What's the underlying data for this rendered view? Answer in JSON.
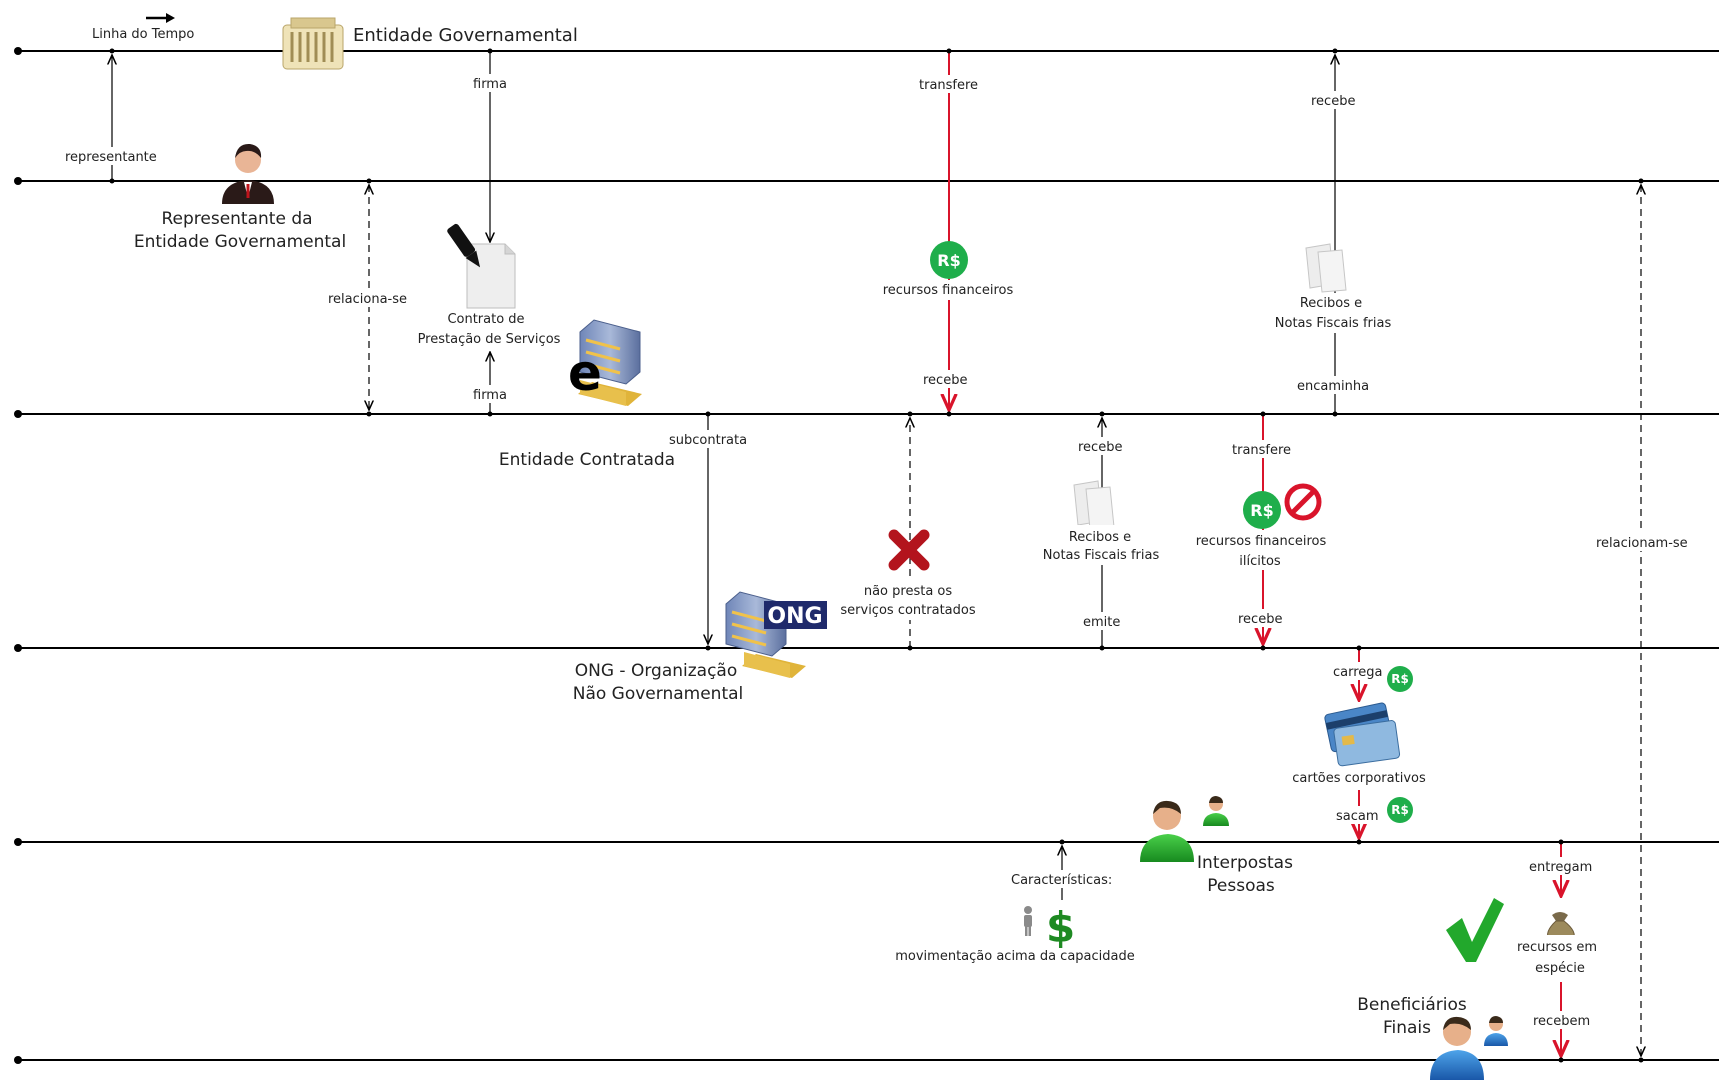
{
  "timeline": {
    "label": "Linha do Tempo"
  },
  "actors": {
    "entidade_governamental": "Entidade Governamental",
    "representante_1": "Representante da",
    "representante_2": "Entidade Governamental",
    "entidade_contratada": "Entidade Contratada",
    "ong_1": "ONG - Organização",
    "ong_2": "Não Governamental",
    "interpostas_1": "Interpostas",
    "interpostas_2": "Pessoas",
    "beneficiarios_1": "Beneficiários",
    "beneficiarios_2": "Finais"
  },
  "relations": {
    "representante": "representante",
    "firma_gov": "firma",
    "transfere_gov": "transfere",
    "recebe_gov": "recebe",
    "relaciona_se": "relaciona-se",
    "firma_contratada": "firma",
    "recebe_contratada": "recebe",
    "encaminha": "encaminha",
    "subcontrata": "subcontrata",
    "recebe_recibos": "recebe",
    "transfere_ong": "transfere",
    "emite": "emite",
    "recebe_ong": "recebe",
    "carrega": "carrega",
    "sacam": "sacam",
    "entregam": "entregam",
    "recebem": "recebem",
    "relacionam_se": "relacionam-se"
  },
  "objects": {
    "contrato_1": "Contrato de",
    "contrato_2": "Prestação de Serviços",
    "recursos_financeiros": "recursos financeiros",
    "recibos_top_1": "Recibos e",
    "recibos_top_2": "Notas Fiscais frias",
    "nao_presta_1": "não presta os",
    "nao_presta_2": "serviços contratados",
    "recibos_mid_1": "Recibos e",
    "recibos_mid_2": "Notas Fiscais frias",
    "recursos_ilicitos_1": "recursos financeiros",
    "recursos_ilicitos_2": "ilícitos",
    "cartoes": "cartões corporativos",
    "caracteristicas": "Características:",
    "movimentacao": "movimentação acima da capacidade",
    "especie_1": "recursos em",
    "especie_2": "espécie"
  },
  "badges": {
    "currency": "R$",
    "ong": "ONG",
    "e_logo": "e"
  },
  "colors": {
    "money_flow": "#d9142b",
    "badge_green": "#1fae4b",
    "line": "#000000",
    "ong_bg": "#1f2a6b",
    "check": "#22a82c",
    "cross": "#b3141d"
  }
}
